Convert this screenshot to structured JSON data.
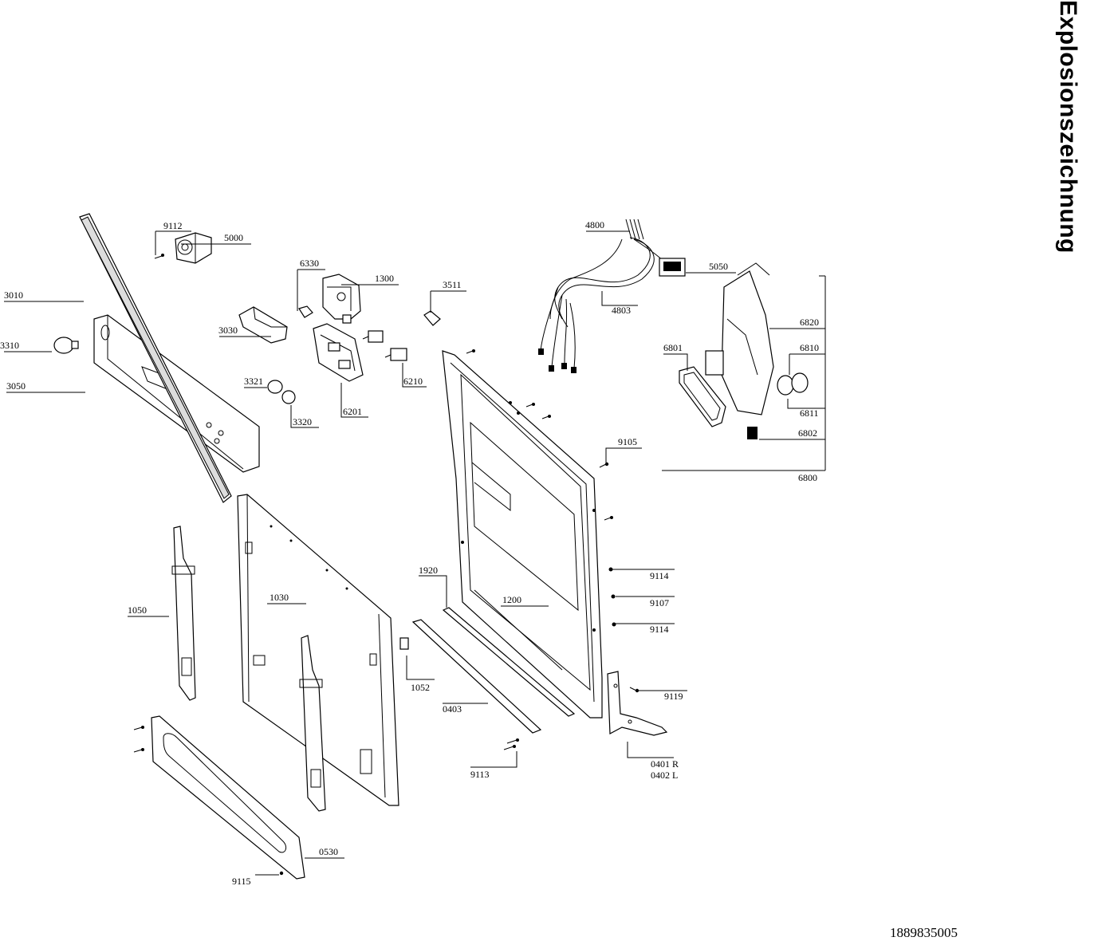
{
  "title": "Explosionszeichnung",
  "document_number": "1889835005",
  "labels": [
    {
      "id": "9112",
      "text": "9112"
    },
    {
      "id": "5000",
      "text": "5000"
    },
    {
      "id": "3010",
      "text": "3010"
    },
    {
      "id": "3310",
      "text": "3310"
    },
    {
      "id": "3030",
      "text": "3030"
    },
    {
      "id": "3050",
      "text": "3050"
    },
    {
      "id": "3321",
      "text": "3321"
    },
    {
      "id": "3320",
      "text": "3320"
    },
    {
      "id": "6330",
      "text": "6330"
    },
    {
      "id": "1300",
      "text": "1300"
    },
    {
      "id": "6201",
      "text": "6201"
    },
    {
      "id": "3511",
      "text": "3511"
    },
    {
      "id": "6210",
      "text": "6210"
    },
    {
      "id": "4800",
      "text": "4800"
    },
    {
      "id": "4803",
      "text": "4803"
    },
    {
      "id": "5050",
      "text": "5050"
    },
    {
      "id": "6820",
      "text": "6820"
    },
    {
      "id": "6801",
      "text": "6801"
    },
    {
      "id": "6810",
      "text": "6810"
    },
    {
      "id": "6811",
      "text": "6811"
    },
    {
      "id": "6802",
      "text": "6802"
    },
    {
      "id": "6800",
      "text": "6800"
    },
    {
      "id": "9105",
      "text": "9105"
    },
    {
      "id": "9114a",
      "text": "9114"
    },
    {
      "id": "9107",
      "text": "9107"
    },
    {
      "id": "9114b",
      "text": "9114"
    },
    {
      "id": "9119",
      "text": "9119"
    },
    {
      "id": "1920",
      "text": "1920"
    },
    {
      "id": "1200",
      "text": "1200"
    },
    {
      "id": "1050",
      "text": "1050"
    },
    {
      "id": "1030",
      "text": "1030"
    },
    {
      "id": "1052",
      "text": "1052"
    },
    {
      "id": "0403",
      "text": "0403"
    },
    {
      "id": "9113",
      "text": "9113"
    },
    {
      "id": "0401",
      "text": "0401 R"
    },
    {
      "id": "0402",
      "text": "0402 L"
    },
    {
      "id": "0530",
      "text": "0530"
    },
    {
      "id": "9115",
      "text": "9115"
    }
  ]
}
